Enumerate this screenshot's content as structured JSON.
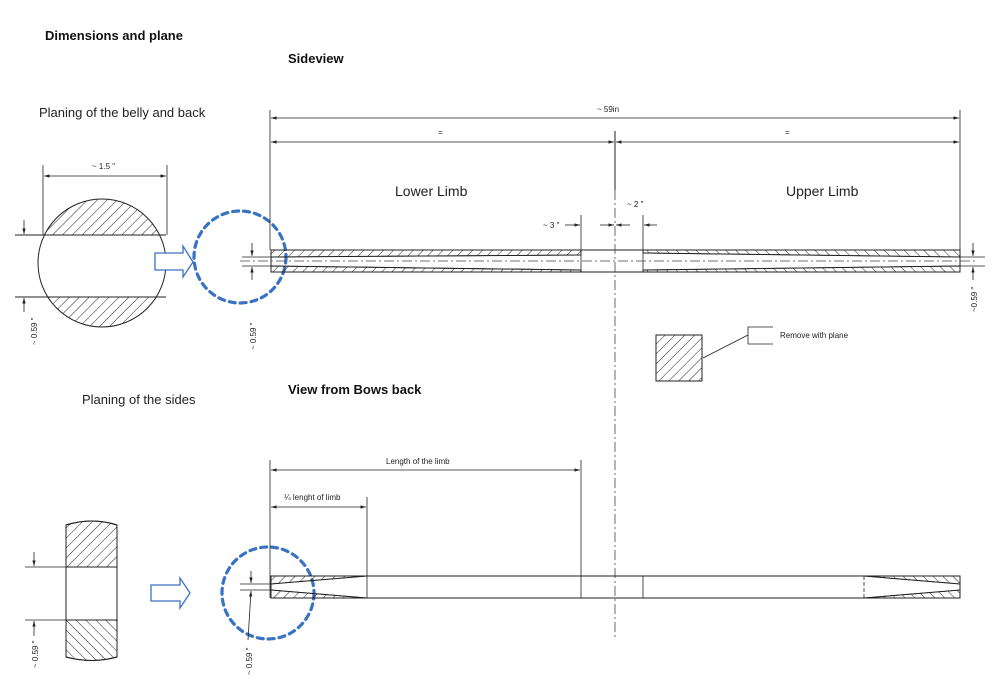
{
  "titles": {
    "main": "Dimensions and plane",
    "sideview": "Sideview",
    "backview": "View from Bows back"
  },
  "sections": {
    "belly_back": "Planing of the belly and back",
    "sides": "Planing of the sides"
  },
  "limbs": {
    "lower": "Lower Limb",
    "upper": "Upper Limb"
  },
  "dimensions": {
    "total_length": "~ 59in",
    "half_lower": "=",
    "half_upper": "=",
    "grip_lower": "~ 3 \"",
    "grip_upper": "~ 2 \"",
    "stave_width": "~ 1.5 \"",
    "core_thickness_circle": "~ 0.59 \"",
    "core_thickness_side": "~ 0.59 \"",
    "tip_thickness_right": "~0.59 \"",
    "side_core_width": "~ 0.59 \"",
    "side_tip_width": "~ 0.59 \"",
    "length_of_limb": "Length of the limb",
    "quarter_limb": "¼ lenght of limb"
  },
  "legend": {
    "remove_with_plane": "Remove with plane"
  },
  "colors": {
    "highlight": "#3a72c2",
    "line": "#222222"
  }
}
